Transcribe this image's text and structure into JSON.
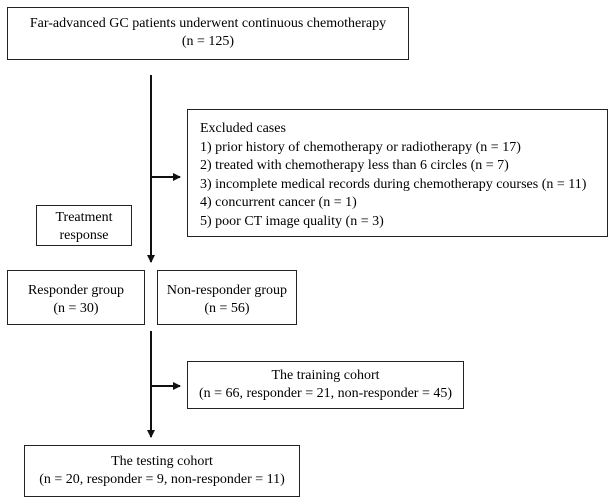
{
  "boxes": {
    "patients": {
      "line1": "Far-advanced GC patients  underwent continuous chemotherapy",
      "line2": "(n = 125)"
    },
    "excluded": {
      "title": "Excluded cases",
      "items": [
        "1) prior history of chemotherapy or radiotherapy (n = 17)",
        "2) treated with chemotherapy less than 6 circles (n = 7)",
        "3) incomplete medical records during chemotherapy courses (n = 11)",
        "4) concurrent cancer (n = 1)",
        "5) poor CT image quality (n = 3)"
      ]
    },
    "treatment": {
      "line1": "Treatment",
      "line2": "response"
    },
    "responder": {
      "line1": "Responder group",
      "line2": "(n = 30)"
    },
    "nonresponder": {
      "line1": "Non-responder group",
      "line2": "(n = 56)"
    },
    "training": {
      "line1": "The training cohort",
      "line2": "(n = 66, responder = 21, non-responder = 45)"
    },
    "testing": {
      "line1": "The testing cohort",
      "line2": "(n = 20, responder = 9, non-responder = 11)"
    }
  }
}
